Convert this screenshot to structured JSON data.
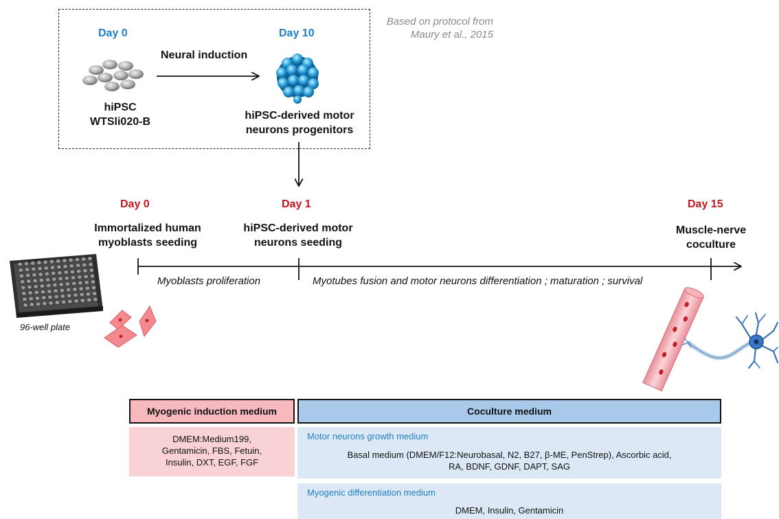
{
  "induction": {
    "day0_label": "Day 0",
    "day10_label": "Day 10",
    "step_label": "Neural induction",
    "hipsc_line1": "hiPSC",
    "hipsc_line2": "WTSli020-B",
    "progenitor_line1": "hiPSC-derived motor",
    "progenitor_line2": "neurons progenitors",
    "source_line1": "Based on protocol from",
    "source_line2": "Maury et al., 2015"
  },
  "timeline": {
    "day0_label": "Day 0",
    "day1_label": "Day 1",
    "day15_label": "Day 15",
    "event0_line1": "Immortalized human",
    "event0_line2": "myoblasts seeding",
    "event1_line1": "hiPSC-derived motor",
    "event1_line2": "neurons seeding",
    "event15_line1": "Muscle-nerve",
    "event15_line2": "coculture",
    "phase1": "Myoblasts proliferation",
    "phase2": "Myotubes fusion and motor neurons differentiation ; maturation ; survival",
    "plate_label": "96-well plate"
  },
  "media": {
    "myogenic_induction_title": "Myogenic induction medium",
    "myogenic_induction_line1": "DMEM:Medium199,",
    "myogenic_induction_line2": "Gentamicin, FBS, Fetuin,",
    "myogenic_induction_line3": "Insulin, DXT, EGF, FGF",
    "coculture_title": "Coculture medium",
    "mn_growth_title": "Motor neurons growth medium",
    "mn_growth_line1": "Basal medium (DMEM/F12:Neurobasal, N2, B27, β-ME, PenStrep), Ascorbic acid,",
    "mn_growth_line2": "RA, BDNF, GDNF, DAPT, SAG",
    "myo_diff_title": "Myogenic differentiation medium",
    "myo_diff_line1": "DMEM, Insulin, Gentamicin"
  },
  "colors": {
    "day_blue": "#1f7fc4",
    "day_red": "#c0161c",
    "pink_header": "#f7b8be",
    "pink_panel": "#f9d2d5",
    "blue_header": "#a9c9ea",
    "blue_panel": "#dce8f5"
  }
}
